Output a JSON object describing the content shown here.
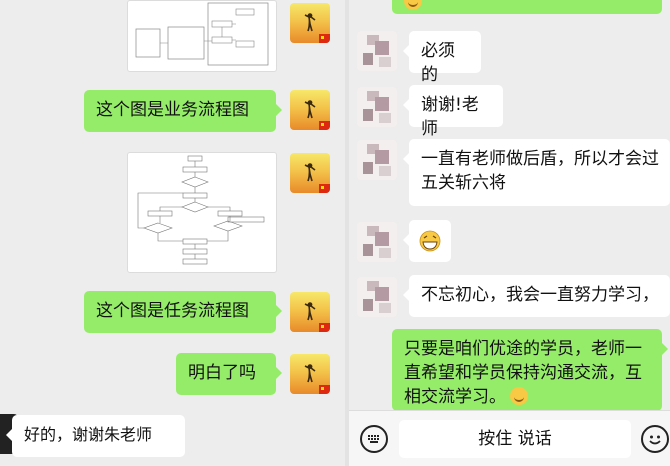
{
  "left_chat": {
    "messages": [
      {
        "type": "image",
        "description": "diagram"
      },
      {
        "type": "text",
        "sender": "me",
        "text": "这个图是业务流程图"
      },
      {
        "type": "image",
        "description": "flowchart"
      },
      {
        "type": "text",
        "sender": "me",
        "text": "这个图是任务流程图"
      },
      {
        "type": "text",
        "sender": "me",
        "text": "明白了吗"
      },
      {
        "type": "text",
        "sender": "other",
        "text": "好的，谢谢朱老师"
      }
    ]
  },
  "right_chat": {
    "messages": [
      {
        "type": "text",
        "sender": "other",
        "text": "必须的"
      },
      {
        "type": "text",
        "sender": "other",
        "text": "谢谢!老师"
      },
      {
        "type": "text",
        "sender": "other",
        "text": "一直有老师做后盾，所以才会过五关斩六将"
      },
      {
        "type": "emoji",
        "sender": "other",
        "emoji": "grin-emoji"
      },
      {
        "type": "text",
        "sender": "other",
        "text": "不忘初心，我会一直努力学习，"
      },
      {
        "type": "text",
        "sender": "me",
        "text": "只要是咱们优途的学员，老师一直希望和学员保持沟通交流，互相交流学习。",
        "emoji": "smile-emoji"
      }
    ]
  },
  "input_bar": {
    "hold_to_talk_label": "按住 说话",
    "left_icon": "keyboard-icon",
    "right_icon": "emoji-icon"
  },
  "colors": {
    "sent_bubble": "#95ec69",
    "received_bubble": "#ffffff",
    "background": "#ededed"
  }
}
